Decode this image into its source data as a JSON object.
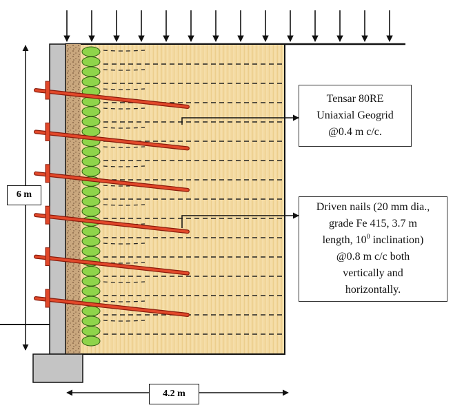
{
  "diagram": {
    "load_arrow_count": 14,
    "geogrid_layer_count": 15,
    "nail_row_count": 6,
    "colors": {
      "backfill": "#f3d9a0",
      "facing_wall": "#c4c4c4",
      "nail": "#e2482a",
      "geogrid_wrap": "#8fd44a"
    }
  },
  "labels": {
    "height": "6 m",
    "width": "4.2 m"
  },
  "callouts": {
    "geogrid": {
      "line1": "Tensar 80RE",
      "line2": "Uniaxial Geogrid",
      "line3": "@0.4 m c/c."
    },
    "nails": {
      "line1": "Driven nails (20 mm dia.,",
      "line2": "grade Fe 415, 3.7 m",
      "line3_pre": "length, 10",
      "line3_sup": "0",
      "line3_post": " inclination)",
      "line4": "@0.8 m c/c both",
      "line5": "vertically and",
      "line6": "horizontally."
    }
  }
}
